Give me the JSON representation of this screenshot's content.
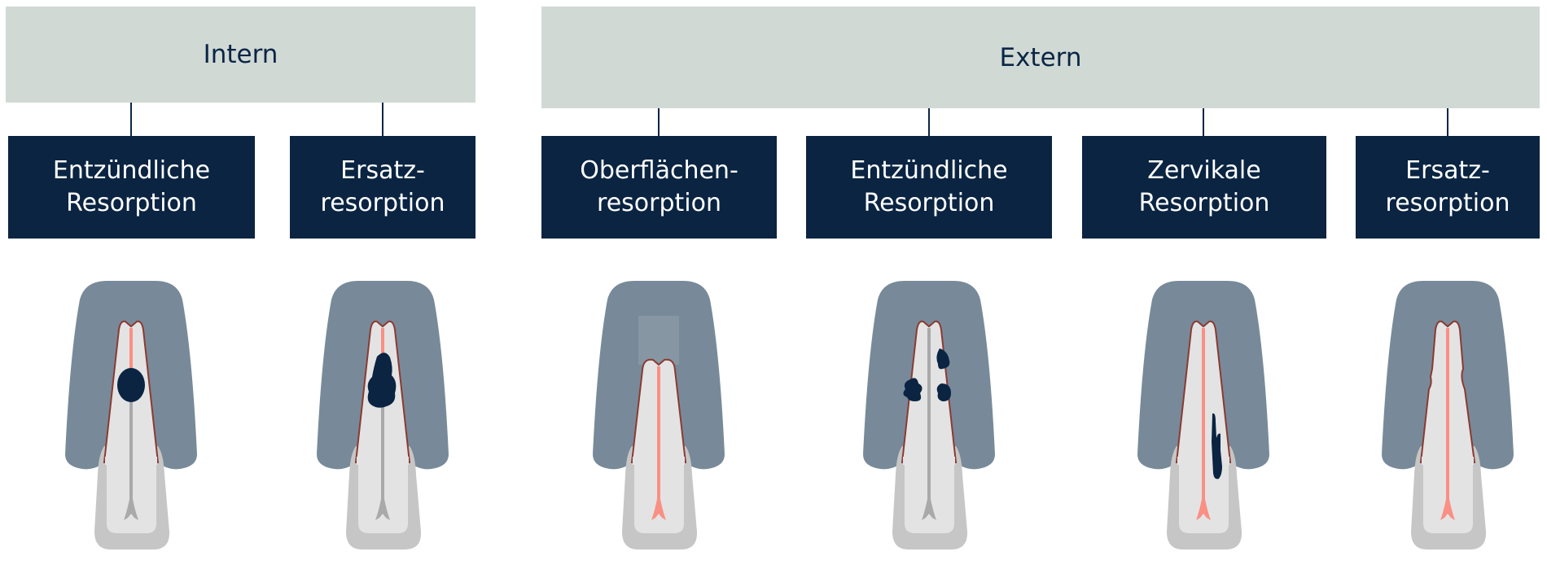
{
  "groups": [
    {
      "label": "Intern"
    },
    {
      "label": "Extern"
    }
  ],
  "categories": [
    {
      "line1": "Entzündliche",
      "line2": "Resorption",
      "group": "Intern",
      "lesion": "internal-oval"
    },
    {
      "line1": "Ersatz-",
      "line2": "resorption",
      "group": "Intern",
      "lesion": "internal-irregular"
    },
    {
      "line1": "Oberflächen-",
      "line2": "resorption",
      "group": "Extern",
      "lesion": "surface"
    },
    {
      "line1": "Entzündliche",
      "line2": "Resorption",
      "group": "Extern",
      "lesion": "external-inflammatory"
    },
    {
      "line1": "Zervikale",
      "line2": "Resorption",
      "group": "Extern",
      "lesion": "cervical"
    },
    {
      "line1": "Ersatz-",
      "line2": "resorption",
      "group": "Extern",
      "lesion": "replacement"
    }
  ],
  "colors": {
    "gum": "#788a99",
    "crown": "#c6c6c6",
    "dentin": "#e3e3e3",
    "pdl": "#8b3a32",
    "pulp_vital": "#fa8f84",
    "pulp_gray": "#a9a9a9",
    "lesion": "#0a2442"
  }
}
